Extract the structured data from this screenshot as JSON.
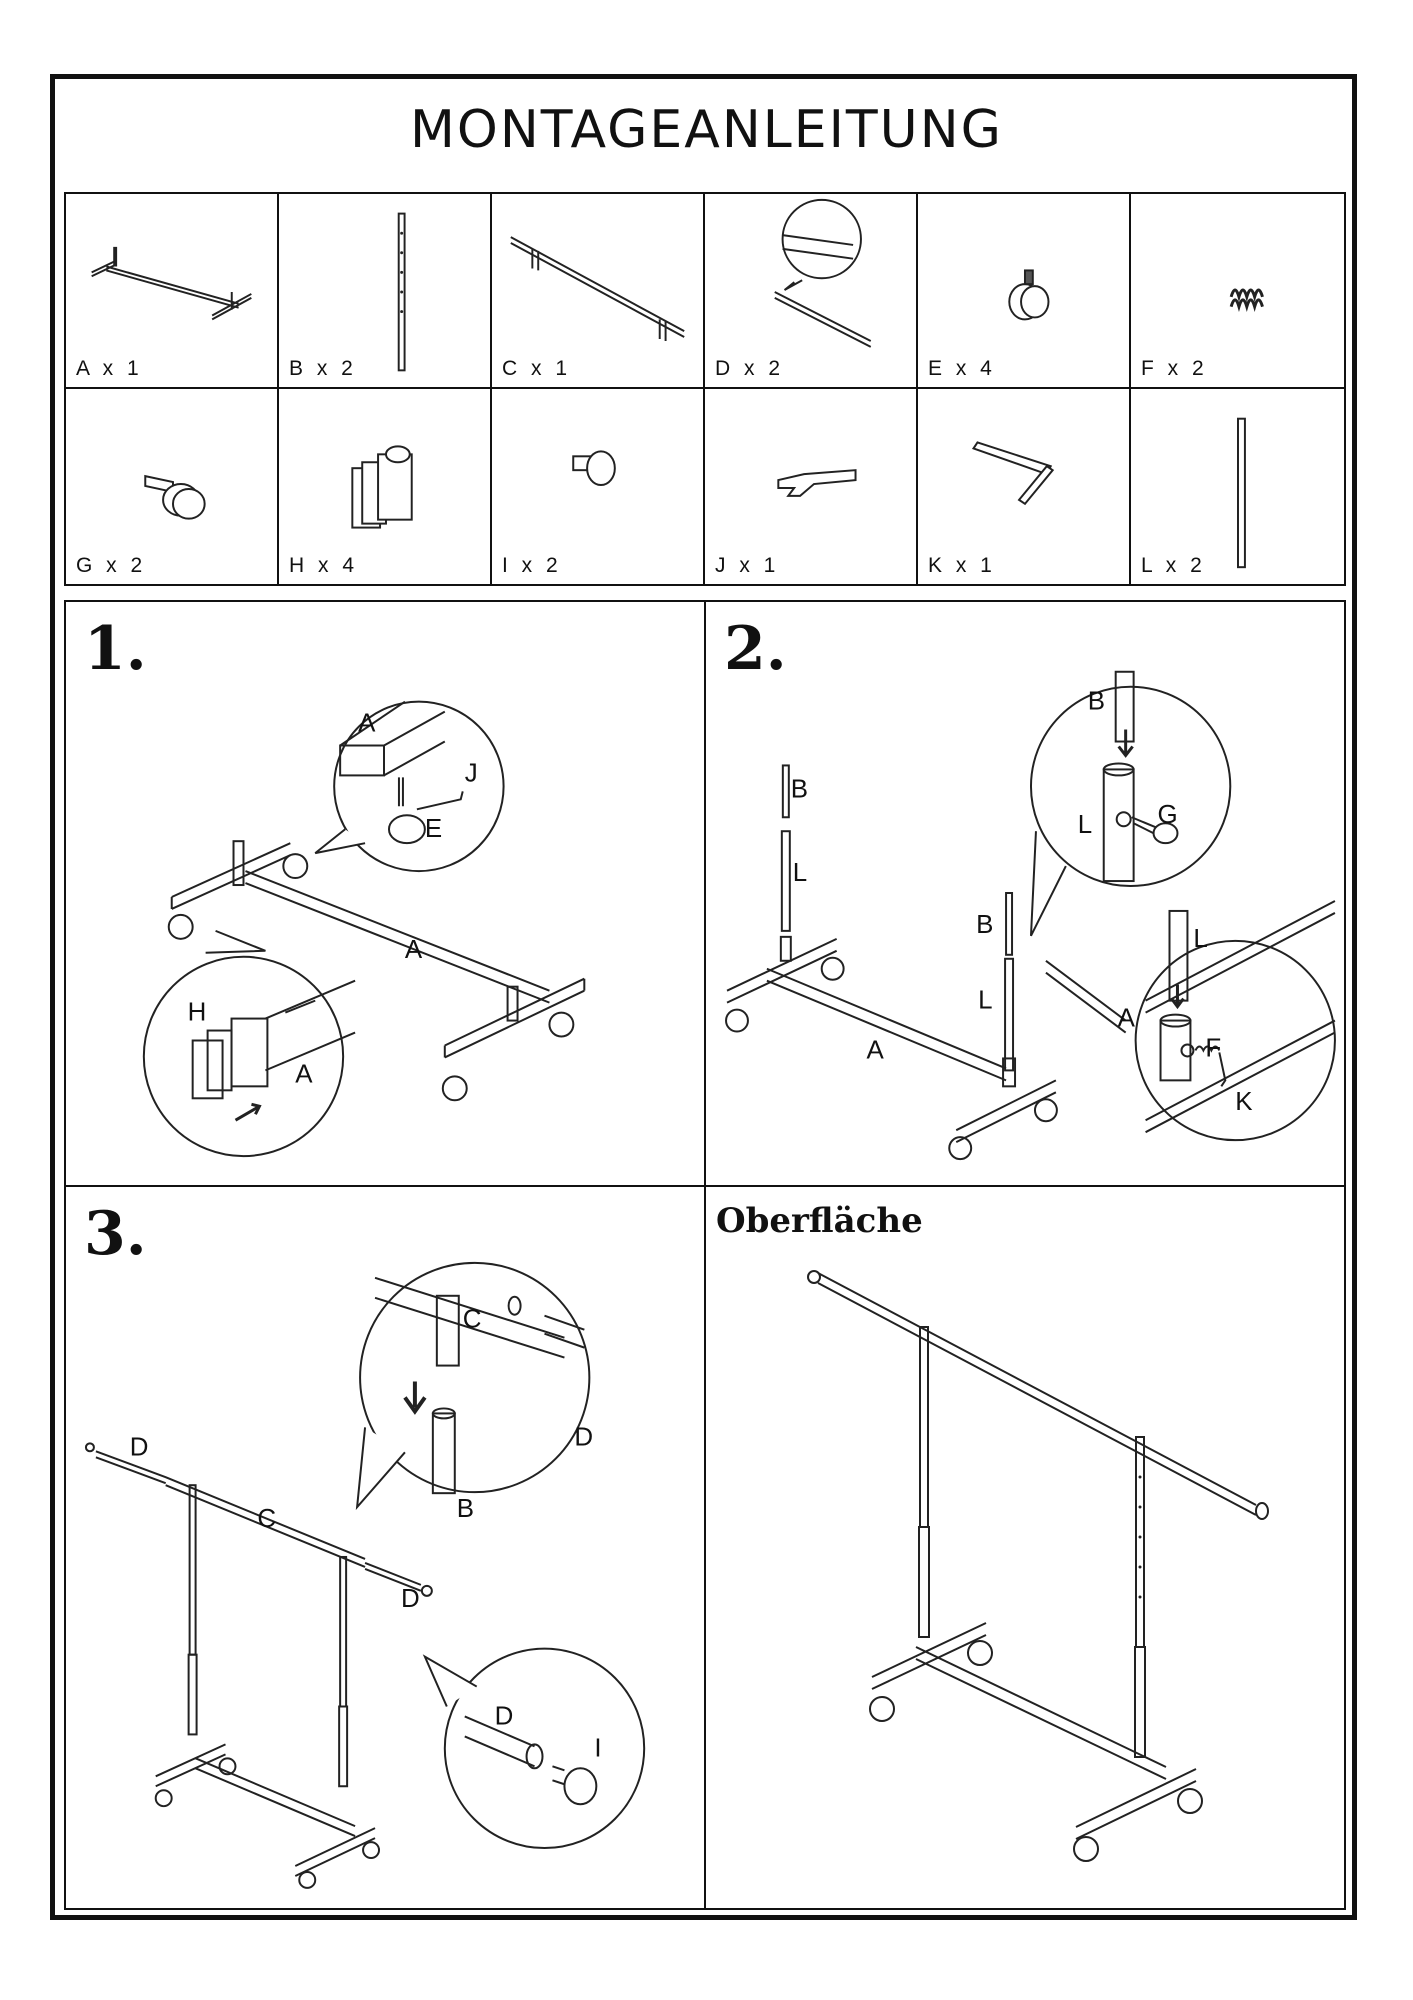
{
  "title": "MONTAGEANLEITUNG",
  "parts": [
    {
      "label": "A x 1",
      "icon": "base-frame-icon"
    },
    {
      "label": "B x 2",
      "icon": "upright-tube-icon"
    },
    {
      "label": "C x 1",
      "icon": "top-bar-icon"
    },
    {
      "label": "D x 2",
      "icon": "extension-tube-icon"
    },
    {
      "label": "E x 4",
      "icon": "caster-wheel-icon"
    },
    {
      "label": "F x 2",
      "icon": "spring-icon"
    },
    {
      "label": "G x 2",
      "icon": "knob-screw-icon"
    },
    {
      "label": "H x 4",
      "icon": "end-cap-icon"
    },
    {
      "label": "I x 2",
      "icon": "end-knob-icon"
    },
    {
      "label": "J x 1",
      "icon": "wrench-icon"
    },
    {
      "label": "K x 1",
      "icon": "hex-key-icon"
    },
    {
      "label": "L x 2",
      "icon": "lower-tube-icon"
    }
  ],
  "steps": {
    "one": {
      "number": "1.",
      "labels": {
        "a": "A",
        "j": "J",
        "e": "E",
        "h": "H",
        "a2": "A",
        "a3": "A"
      }
    },
    "two": {
      "number": "2.",
      "labels": {
        "b": "B",
        "l": "L",
        "b2": "B",
        "l2": "L",
        "a": "A",
        "bz": "B",
        "lz": "L",
        "g": "G",
        "lz2": "L",
        "az": "A",
        "f": "F",
        "k": "K"
      }
    },
    "three": {
      "number": "3.",
      "labels": {
        "d": "D",
        "c": "C",
        "d2": "D",
        "cz": "C",
        "dz": "D",
        "bz": "B",
        "dz2": "D",
        "i": "I"
      }
    },
    "surface": {
      "title": "Oberfläche"
    }
  }
}
